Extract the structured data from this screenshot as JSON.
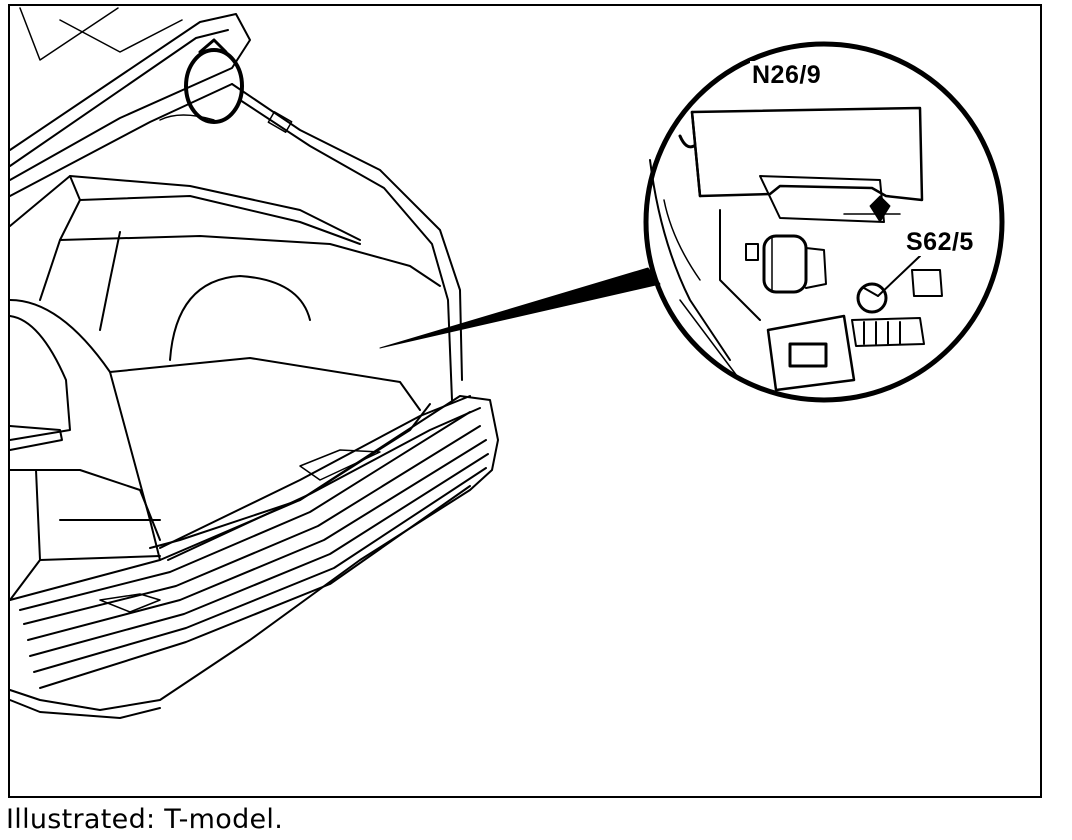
{
  "figure": {
    "labels": {
      "control_module": "N26/9",
      "switch": "S62/5"
    }
  },
  "caption": "Illustrated: T-model."
}
